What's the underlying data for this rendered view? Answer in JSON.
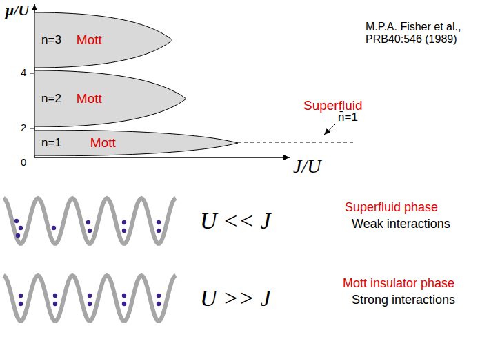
{
  "diagram": {
    "nodes": [
      {
        "text": [
          "n=3",
          "Mott"
        ]
      },
      {
        "text": [
          "n=2",
          "Mott"
        ]
      },
      {
        "text": [
          "n=1",
          "Mott"
        ]
      }
    ],
    "labels": [
      "μ/U",
      "M.P.A. Fisher et al., PRB40:546 (1989)",
      "4",
      "2",
      "0",
      "Superfluid",
      "n̄=1",
      "J/U",
      "U << J",
      "Superfluid phase",
      "Weak interactions",
      "U >> J",
      "Mott insulator phase",
      "Strong interactions"
    ]
  }
}
